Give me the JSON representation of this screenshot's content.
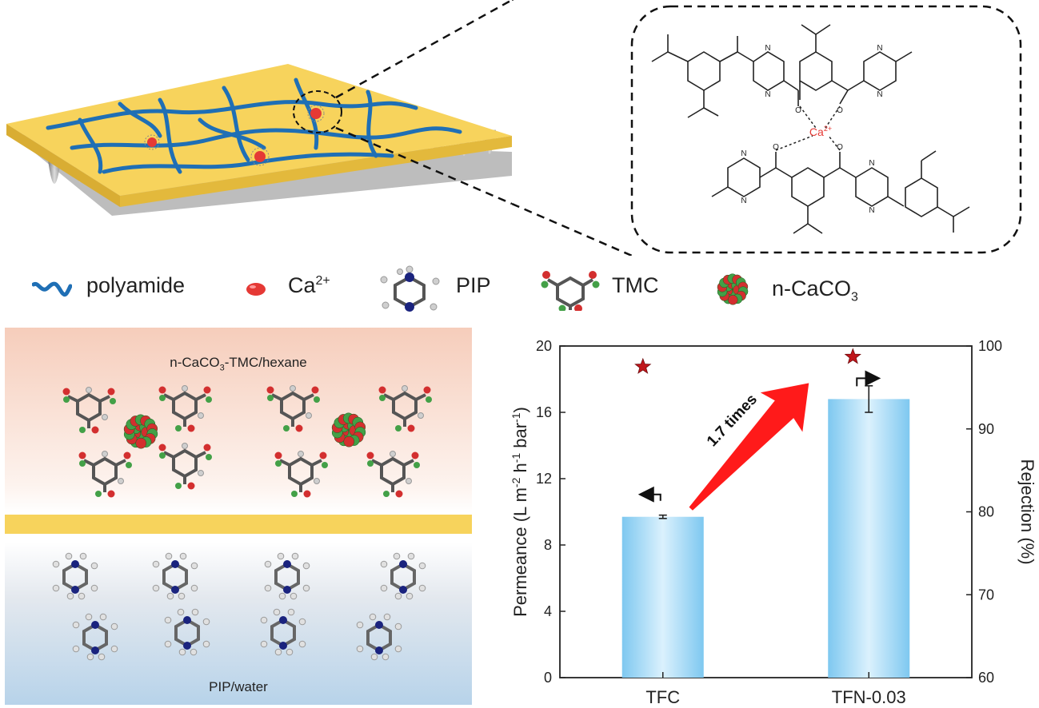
{
  "legend": {
    "polyamide": "polyamide",
    "calcium_ion": "Ca",
    "calcium_ion_charge": "2+",
    "pip": "PIP",
    "tmc": "TMC",
    "nano_caco3_prefix": "n-CaCO",
    "nano_caco3_sub": "3"
  },
  "membrane_schematic": {
    "coordination_ion": "Ca",
    "coordination_charge": "2+",
    "colors": {
      "support_top": "#f7d35c",
      "fiber": "#1f6fb5",
      "ion": "#e53935",
      "support_pores": "#9e9e9e"
    }
  },
  "structure": {
    "ion_label": "Ca",
    "ion_charge": "2+",
    "carbonyl_o": "O",
    "amine_n": "N",
    "ion_color": "#e53935"
  },
  "interface": {
    "organic_phase_prefix": "n-CaCO",
    "organic_phase_sub": "3",
    "organic_phase_suffix": "-TMC/hexane",
    "aqueous_phase": "PIP/water",
    "colors": {
      "organic_top": "#f7d4c4",
      "interface_layer": "#f7d35c",
      "aqueous_bottom": "#bcd6ea"
    }
  },
  "chart_data": {
    "type": "bar",
    "categories": [
      "TFC",
      "TFN-0.03"
    ],
    "series": [
      {
        "axis": "left",
        "values": [
          9.7,
          16.8
        ],
        "error": [
          0.1,
          0.8
        ]
      },
      {
        "axis": "right",
        "values": [
          97.5,
          98.7
        ]
      }
    ],
    "ylabel": "Permeance (L m⁻² h⁻¹ bar⁻¹)",
    "ylabel_parts": [
      "Permeance (L m",
      "-2",
      " h",
      "-1",
      " bar",
      "-1",
      ")"
    ],
    "y2label": "Rejection (%)",
    "ylim": [
      0,
      20
    ],
    "y2lim": [
      60,
      100
    ],
    "yticks": [
      "0",
      "4",
      "8",
      "12",
      "16",
      "20"
    ],
    "y2ticks": [
      "60",
      "70",
      "80",
      "90",
      "100"
    ],
    "annotation": "1.7 times",
    "bar_color": "#7ec8f0",
    "marker_color": "#c0161b",
    "arrow_color": "#ff1a1a"
  }
}
